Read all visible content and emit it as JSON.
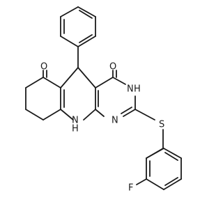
{
  "diagram_type": "chemical-structure",
  "bond_color": "#1a1a1a",
  "label_color": "#1a1a1a",
  "background": "#ffffff",
  "atom_labels": {
    "ketone_oxygen": "O",
    "amide_oxygen": "O",
    "amide_nitrogen": "N",
    "amide_hydrogen": "H",
    "amine_nitrogen": "N",
    "amine_hydrogen": "H",
    "pyrimidine_nitrogen": "N",
    "sulfur": "S",
    "fluorine": "F"
  }
}
